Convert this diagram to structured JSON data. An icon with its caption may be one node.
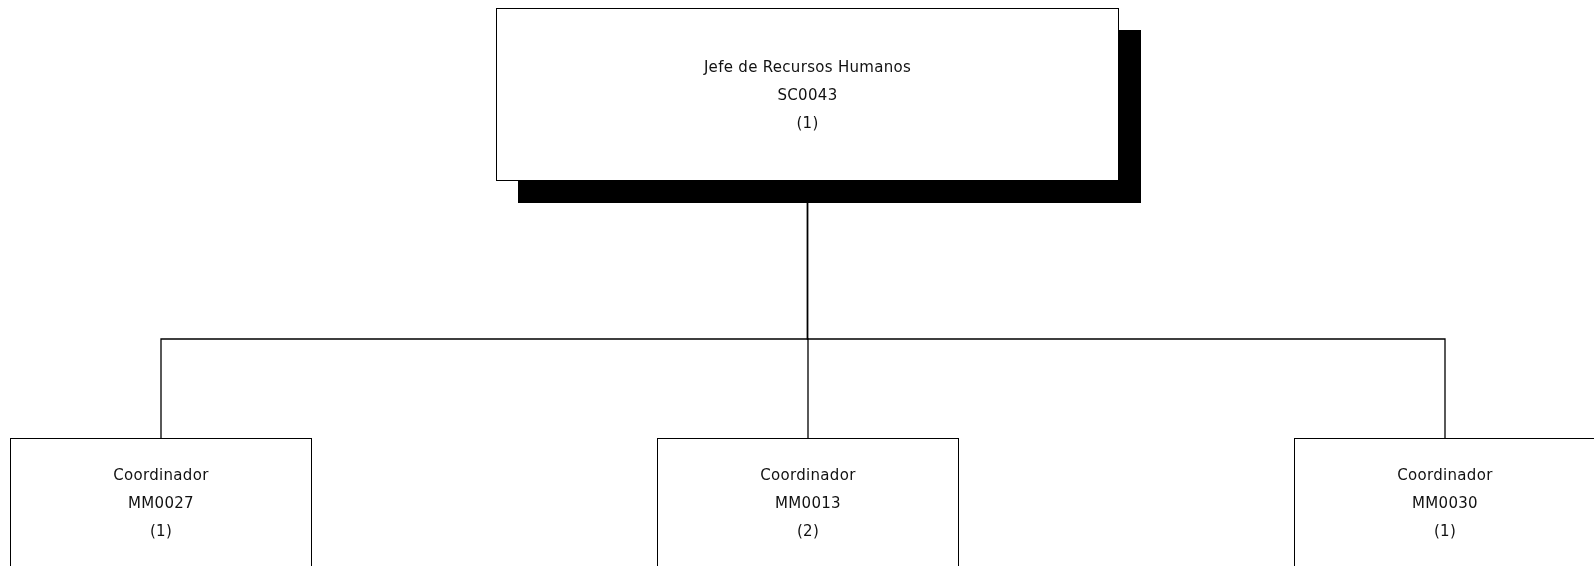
{
  "diagram": {
    "nodes": [
      {
        "text": [
          "Jefe de Recursos Humanos",
          "SC0043",
          "(1)"
        ]
      },
      {
        "text": [
          "Coordinador",
          "MM0027",
          "(1)"
        ]
      },
      {
        "text": [
          "Coordinador",
          "MM0013",
          "(2)"
        ]
      },
      {
        "text": [
          "Coordinador",
          "MM0030",
          "(1)"
        ]
      }
    ],
    "edges": [
      {
        "from": 0,
        "to": 1,
        "arrow": "none"
      },
      {
        "from": 0,
        "to": 2,
        "arrow": "none"
      },
      {
        "from": 0,
        "to": 3,
        "arrow": "none"
      }
    ]
  }
}
